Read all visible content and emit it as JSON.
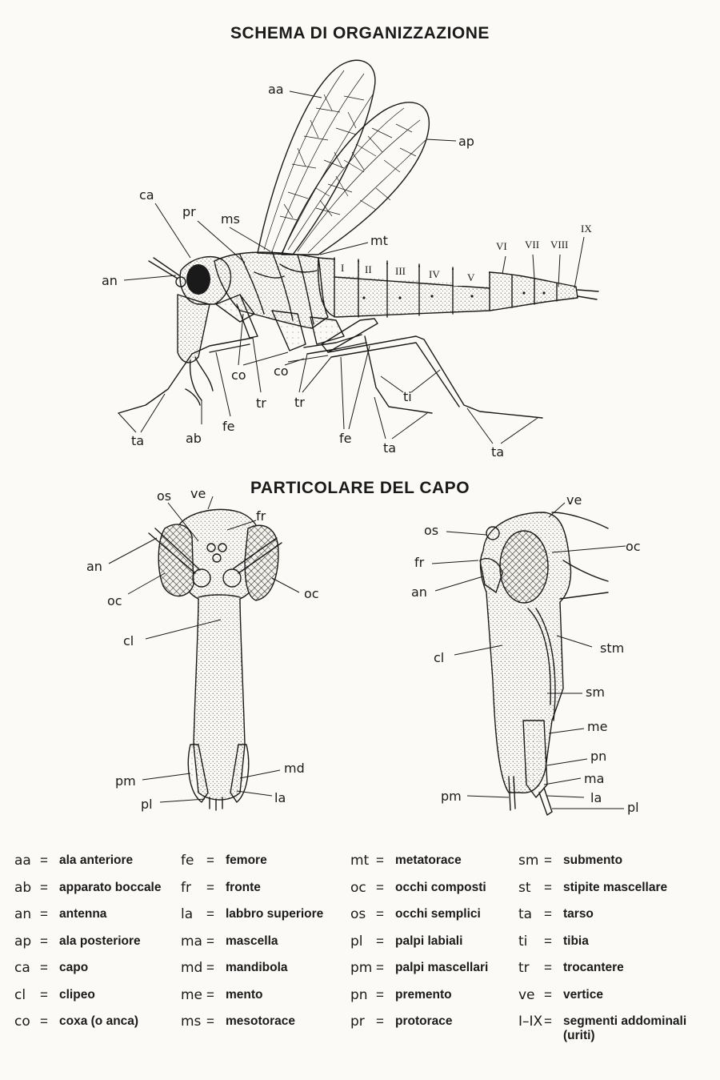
{
  "titles": {
    "main": "SCHEMA DI ORGANIZZAZIONE",
    "head": "PARTICOLARE DEL CAPO"
  },
  "figure_labels": {
    "aa": "aa",
    "ap": "ap",
    "ca": "ca",
    "pr": "pr",
    "ms": "ms",
    "mt": "mt",
    "an": "an",
    "co": "co",
    "tr": "tr",
    "fe": "fe",
    "ta": "ta",
    "ab": "ab",
    "ti": "ti",
    "segments": [
      "I",
      "II",
      "III",
      "IV",
      "V",
      "VI",
      "VII",
      "VIII",
      "IX"
    ],
    "os": "os",
    "ve": "ve",
    "fr": "fr",
    "oc": "oc",
    "cl": "cl",
    "pm": "pm",
    "md": "md",
    "pl": "pl",
    "la": "la",
    "stm": "stm",
    "sm": "sm",
    "me": "me",
    "pn": "pn",
    "ma": "ma"
  },
  "legend": {
    "equals": "=",
    "columns": [
      [
        {
          "abbr": "aa",
          "term": "ala anteriore"
        },
        {
          "abbr": "ab",
          "term": "apparato boccale"
        },
        {
          "abbr": "an",
          "term": "antenna"
        },
        {
          "abbr": "ap",
          "term": "ala posteriore"
        },
        {
          "abbr": "ca",
          "term": "capo"
        },
        {
          "abbr": "cl",
          "term": "clipeo"
        },
        {
          "abbr": "co",
          "term": "coxa (o anca)"
        }
      ],
      [
        {
          "abbr": "fe",
          "term": "femore"
        },
        {
          "abbr": "fr",
          "term": "fronte"
        },
        {
          "abbr": "la",
          "term": "labbro superiore"
        },
        {
          "abbr": "ma",
          "term": "mascella"
        },
        {
          "abbr": "md",
          "term": "mandibola"
        },
        {
          "abbr": "me",
          "term": "mento"
        },
        {
          "abbr": "ms",
          "term": "mesotorace"
        }
      ],
      [
        {
          "abbr": "mt",
          "term": "metatorace"
        },
        {
          "abbr": "oc",
          "term": "occhi composti"
        },
        {
          "abbr": "os",
          "term": "occhi semplici"
        },
        {
          "abbr": "pl",
          "term": "palpi labiali"
        },
        {
          "abbr": "pm",
          "term": "palpi mascellari"
        },
        {
          "abbr": "pn",
          "term": "premento"
        },
        {
          "abbr": "pr",
          "term": "protorace"
        }
      ],
      [
        {
          "abbr": "sm",
          "term": "submento"
        },
        {
          "abbr": "st",
          "term": "stipite mascellare"
        },
        {
          "abbr": "ta",
          "term": "tarso"
        },
        {
          "abbr": "ti",
          "term": "tibia"
        },
        {
          "abbr": "tr",
          "term": "trocantere"
        },
        {
          "abbr": "ve",
          "term": "vertice"
        },
        {
          "abbr": "I–IX",
          "term": "segmenti addominali (uriti)"
        }
      ]
    ]
  }
}
